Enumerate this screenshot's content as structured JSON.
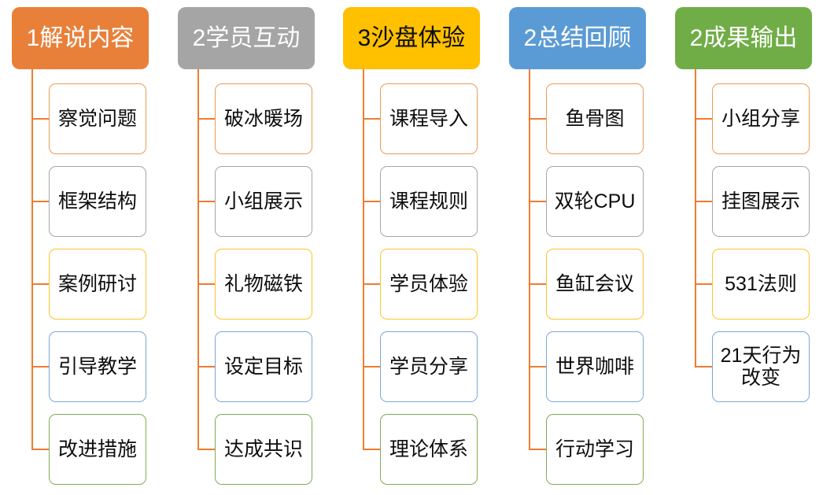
{
  "diagram": {
    "type": "five-column-tree",
    "background": "#FFFFFF",
    "connector_color": "#ED7D31",
    "palette": {
      "orange": "#E8803A",
      "gray": "#A5A5A5",
      "yellow": "#FFC000",
      "blue": "#5B9BD5",
      "green": "#70AD47",
      "child_border_orange": "#ED9B52",
      "child_border_gray": "#A6A6A6",
      "child_border_yellow": "#FFC32B",
      "child_border_blue": "#7BA7D7",
      "child_border_green": "#7EAD4F",
      "text_dark": "#0D0D0D",
      "text_light": "#FFFFFF"
    },
    "columns": [
      {
        "id": "col-explain",
        "header": {
          "label": "1解说内容",
          "fill": "#E8803A",
          "text_color": "#FFFFFF"
        },
        "children": [
          {
            "label": "察觉问题",
            "border": "#ED9B52"
          },
          {
            "label": "框架结构",
            "border": "#A6A6A6"
          },
          {
            "label": "案例研讨",
            "border": "#FFC32B"
          },
          {
            "label": "引导教学",
            "border": "#7BA7D7"
          },
          {
            "label": "改进措施",
            "border": "#7EAD4F"
          }
        ]
      },
      {
        "id": "col-interaction",
        "header": {
          "label": "2学员互动",
          "fill": "#A5A5A5",
          "text_color": "#FFFFFF"
        },
        "children": [
          {
            "label": "破冰暖场",
            "border": "#ED9B52"
          },
          {
            "label": "小组展示",
            "border": "#A6A6A6"
          },
          {
            "label": "礼物磁铁",
            "border": "#FFC32B"
          },
          {
            "label": "设定目标",
            "border": "#7BA7D7"
          },
          {
            "label": "达成共识",
            "border": "#7EAD4F"
          }
        ]
      },
      {
        "id": "col-sandtable",
        "header": {
          "label": "3沙盘体验",
          "fill": "#FFC000",
          "text_color": "#0D0D0D"
        },
        "children": [
          {
            "label": "课程导入",
            "border": "#ED9B52"
          },
          {
            "label": "课程规则",
            "border": "#A6A6A6"
          },
          {
            "label": "学员体验",
            "border": "#FFC32B"
          },
          {
            "label": "学员分享",
            "border": "#7BA7D7"
          },
          {
            "label": "理论体系",
            "border": "#7EAD4F"
          }
        ]
      },
      {
        "id": "col-review",
        "header": {
          "label": "2总结回顾",
          "fill": "#5B9BD5",
          "text_color": "#FFFFFF"
        },
        "children": [
          {
            "label": "鱼骨图",
            "border": "#ED9B52"
          },
          {
            "label": "双轮CPU",
            "border": "#A6A6A6"
          },
          {
            "label": "鱼缸会议",
            "border": "#FFC32B"
          },
          {
            "label": "世界咖啡",
            "border": "#7BA7D7"
          },
          {
            "label": "行动学习",
            "border": "#7EAD4F"
          }
        ]
      },
      {
        "id": "col-output",
        "header": {
          "label": "2成果输出",
          "fill": "#70AD47",
          "text_color": "#FFFFFF"
        },
        "children": [
          {
            "label": "小组分享",
            "border": "#ED9B52"
          },
          {
            "label": "挂图展示",
            "border": "#A6A6A6"
          },
          {
            "label": "531法则",
            "border": "#FFC32B"
          },
          {
            "label": "21天行为改变",
            "border": "#7BA7D7"
          }
        ]
      }
    ]
  }
}
